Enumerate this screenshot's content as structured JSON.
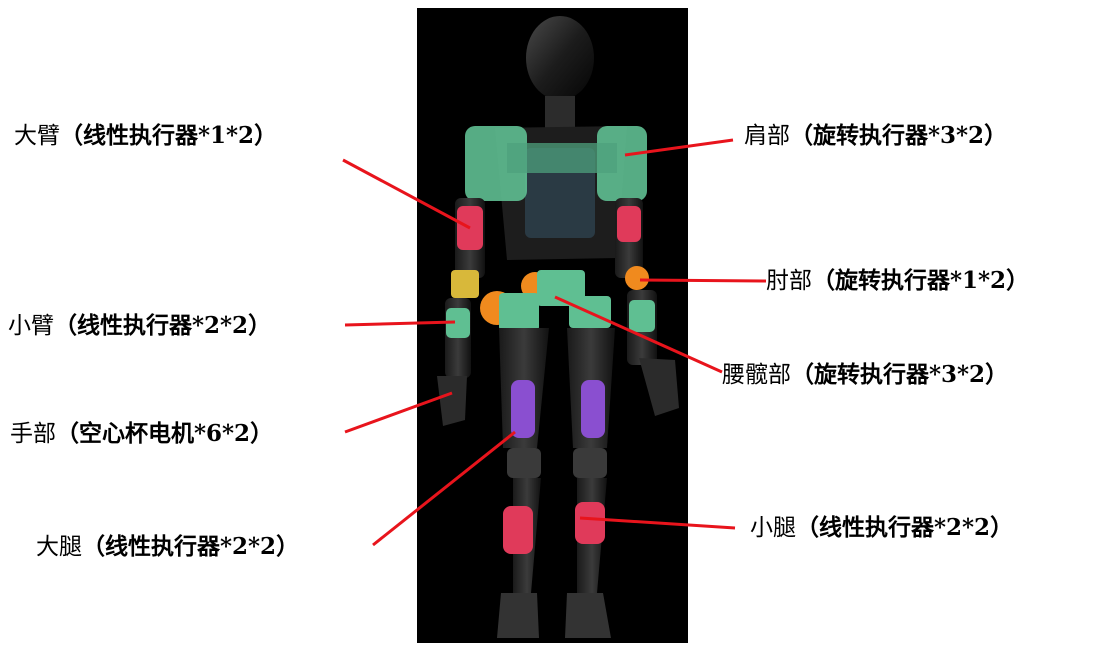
{
  "labels": {
    "upper_arm": {
      "name": "大臂",
      "spec": "（线性执行器*1*2）"
    },
    "shoulder": {
      "name": "肩部",
      "spec": "（旋转执行器*3*2）"
    },
    "elbow": {
      "name": "肘部",
      "spec": "（旋转执行器*1*2）"
    },
    "forearm": {
      "name": "小臂",
      "spec": "（线性执行器*2*2）"
    },
    "waist_hip": {
      "name": "腰髋部",
      "spec": "（旋转执行器*3*2）"
    },
    "hand": {
      "name": "手部",
      "spec": "（空心杯电机*6*2）"
    },
    "thigh": {
      "name": "大腿",
      "spec": "（线性执行器*2*2）"
    },
    "shank": {
      "name": "小腿",
      "spec": "（线性执行器*2*2）"
    }
  },
  "colors": {
    "leader_line": "#e8141c",
    "teal_actuator": "#5fbf92",
    "red_actuator": "#e03a5a",
    "purple_actuator": "#8a4fd0",
    "orange_actuator": "#f08a1e",
    "yellow_actuator": "#d8b83a"
  }
}
